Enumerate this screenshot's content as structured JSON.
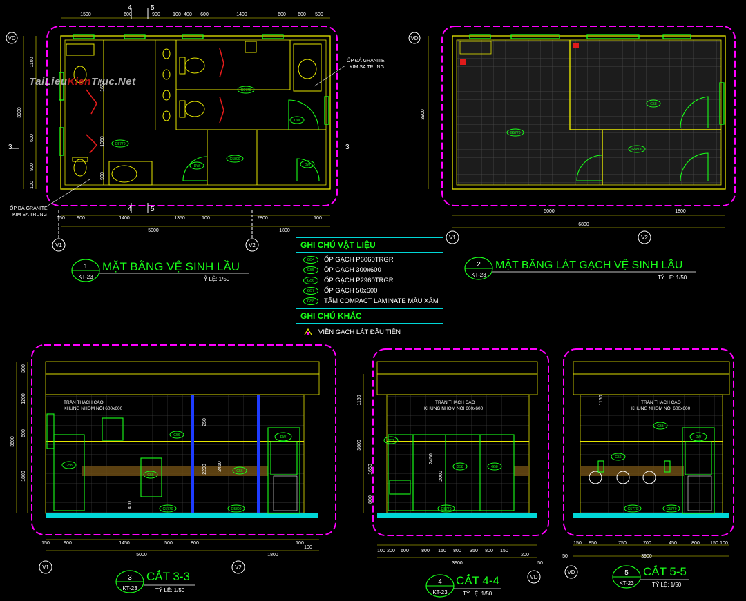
{
  "logo": {
    "prefix": "TaiLieu",
    "accent": "Kien",
    "suffix": "Truc.Net"
  },
  "panel1": {
    "num": "1",
    "sheet": "KT-23",
    "title": "MẶT BẰNG VỆ SINH LẦU",
    "scale": "TỶ LỆ: 1/50",
    "top_dims": [
      "1500",
      "600",
      "900",
      "100",
      "400",
      "600",
      "1400",
      "600",
      "600",
      "500"
    ],
    "bottom_dims": [
      "150",
      "900",
      "1400",
      "1350",
      "100",
      "2800",
      "100"
    ],
    "total_dims": [
      "5000",
      "1800"
    ],
    "left_dims": [
      "1100",
      "1650",
      "1050",
      "900",
      "3900",
      "600",
      "900",
      "100"
    ],
    "note_top": [
      "ỐP ĐÁ GRANITE",
      "KIM SA TRUNG"
    ],
    "note_bottom": [
      "ỐP ĐÁ GRANITE",
      "KIM SA TRUNG"
    ],
    "axis_left": "VD",
    "axis_v1": "V1",
    "axis_v2": "V2",
    "section_top": [
      "4",
      "5"
    ],
    "section_side": "3",
    "tags": [
      "G5770",
      "G5770",
      "G5800",
      "DW",
      "DW",
      "DW"
    ]
  },
  "panel2": {
    "num": "2",
    "sheet": "KT-23",
    "title": "MẶT BẰNG LÁT GẠCH VỆ SINH LẦU",
    "scale": "TỶ LỆ: 1/50",
    "dims": [
      "5000",
      "1800",
      "6800"
    ],
    "left_dim": "3900",
    "axis_left": "VD",
    "axis_v1": "V1",
    "axis_v2": "V2",
    "tags": [
      "G5770",
      "G58",
      "G5800"
    ]
  },
  "legend": {
    "title1": "GHI CHÚ VẬT LIỆU",
    "items": [
      {
        "tag": "G54",
        "label": "ỐP GẠCH P6060TRGR"
      },
      {
        "tag": "G55",
        "label": "ỐP GẠCH 300x600"
      },
      {
        "tag": "G56",
        "label": "ỐP GẠCH P2960TRGR"
      },
      {
        "tag": "G57",
        "label": "ỐP GẠCH 50x600"
      },
      {
        "tag": "G58",
        "label": "TẤM COMPACT LAMINATE MÀU XÁM"
      }
    ],
    "title2": "GHI CHÚ KHÁC",
    "other": "VIỀN GẠCH LÁT ĐẦU TIÊN"
  },
  "panel3": {
    "num": "3",
    "sheet": "KT-23",
    "title": "CẮT 3-3",
    "scale": "TỶ LỆ: 1/50",
    "ceiling": [
      "TRẦN THẠCH CAO",
      "KHUNG NHÔM NỔI 600x600"
    ],
    "left_dims": [
      "300",
      "1200",
      "3600",
      "600",
      "1800",
      "400"
    ],
    "bottom_dims": [
      "150",
      "900",
      "1450",
      "500",
      "800",
      "100",
      "100"
    ],
    "total_dims": [
      "5000",
      "1800"
    ],
    "inner_dims": [
      "250",
      "2200",
      "2450"
    ],
    "axis_v1": "V1",
    "axis_v2": "V2",
    "tags": [
      "G58",
      "G55",
      "G56",
      "G56",
      "G5770",
      "G5800",
      "DW"
    ]
  },
  "panel4": {
    "num": "4",
    "sheet": "KT-23",
    "title": "CẮT 4-4",
    "scale": "TỶ LỆ: 1/50",
    "ceiling": [
      "TRẦN THẠCH CAO",
      "KHUNG NHÔM NỔI 600x600"
    ],
    "left_dims": [
      "1150",
      "3600",
      "1650",
      "800"
    ],
    "inner_dims": [
      "2450",
      "2000"
    ],
    "bottom_dims": [
      "100",
      "200",
      "600",
      "800",
      "150",
      "800",
      "350",
      "800",
      "150",
      "200"
    ],
    "total_dim": "3900",
    "axis_vd": "VD",
    "end_dim": "50",
    "tags": [
      "G57",
      "G58",
      "G58",
      "G5770"
    ]
  },
  "panel5": {
    "num": "5",
    "sheet": "KT-23",
    "title": "CẮT 5-5",
    "scale": "TỶ LỆ: 1/50",
    "ceiling": [
      "TRẦN THẠCH CAO",
      "KHUNG NHÔM NỔI 600x600"
    ],
    "left_dims": [
      "1150"
    ],
    "bottom_dims": [
      "150",
      "850",
      "750",
      "700",
      "450",
      "800",
      "150",
      "100"
    ],
    "total_dim": "3900",
    "axis_vd": "VD",
    "end_dim": "50",
    "tags": [
      "G55",
      "G56",
      "G5770",
      "G5770",
      "DW"
    ]
  },
  "colors": {
    "yellow": "#e6e600",
    "green": "#19ff19",
    "cyan": "#00d7d7",
    "magenta": "#ff00ff",
    "white": "#ffffff",
    "red": "#e01b1b",
    "gray": "#8c8c8c",
    "blue": "#1e3cff"
  }
}
